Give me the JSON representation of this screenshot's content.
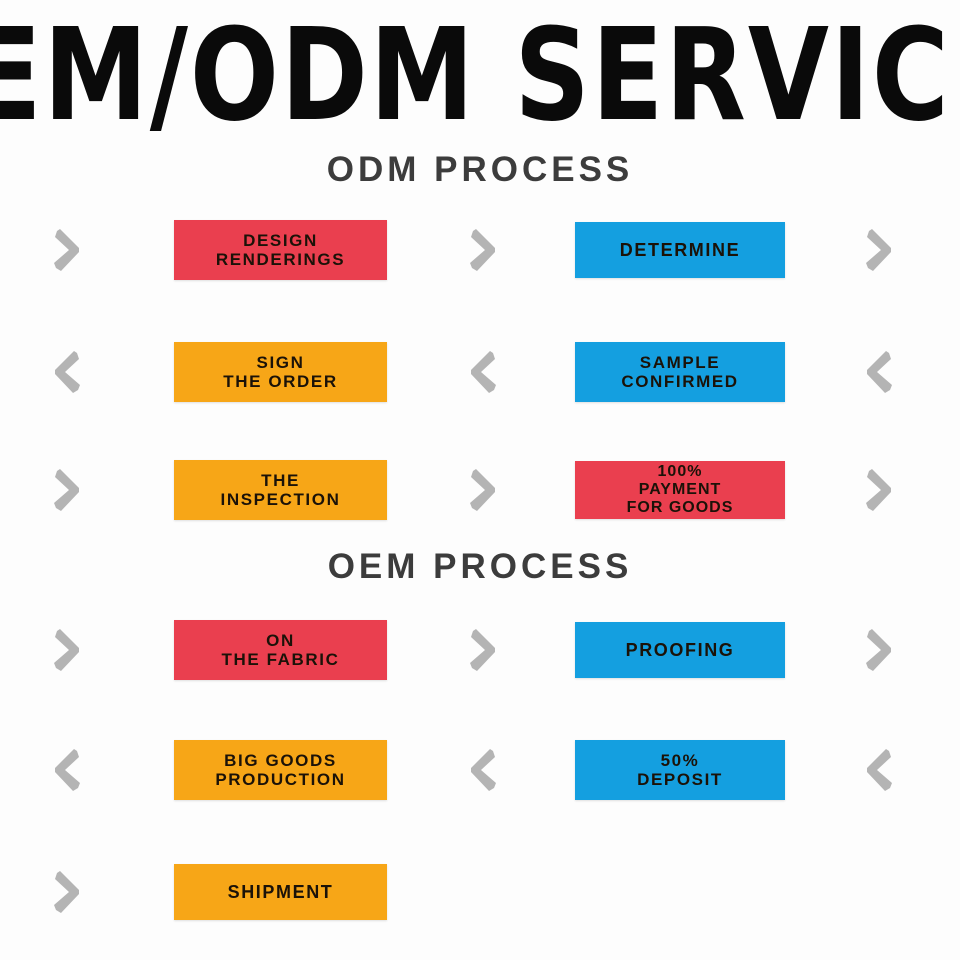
{
  "banner": {
    "title": "EM/ODM SERVIC",
    "full_title": "OEM/ODM SERVICE"
  },
  "headings": {
    "odm": "ODM PROCESS",
    "oem": "OEM PROCESS"
  },
  "colors": {
    "red": "#ea3f4f",
    "orange": "#f7a617",
    "blue": "#149fe0",
    "chevron": "#b4b4b4",
    "heading_text": "#3c3c3c",
    "box_text": "#1b1208",
    "background": "#fdfdfd"
  },
  "icons": {
    "chevron_right": "chevron-right-icon",
    "chevron_left": "chevron-left-icon"
  },
  "odm_process": {
    "rows": [
      {
        "direction": "right",
        "left_box": {
          "color": "red",
          "lines": [
            "DESIGN",
            "RENDERINGS"
          ]
        },
        "right_box": {
          "color": "blue",
          "lines": [
            "DETERMINE"
          ]
        }
      },
      {
        "direction": "left",
        "left_box": {
          "color": "orange",
          "lines": [
            "SIGN",
            "THE ORDER"
          ]
        },
        "right_box": {
          "color": "blue",
          "lines": [
            "SAMPLE",
            "CONFIRMED"
          ]
        }
      },
      {
        "direction": "right",
        "left_box": {
          "color": "orange",
          "lines": [
            "THE",
            "INSPECTION"
          ]
        },
        "right_box": {
          "color": "red",
          "lines": [
            "100%",
            "PAYMENT",
            "FOR GOODS"
          ]
        }
      }
    ]
  },
  "oem_process": {
    "rows": [
      {
        "direction": "right",
        "left_box": {
          "color": "red",
          "lines": [
            "ON",
            "THE FABRIC"
          ]
        },
        "right_box": {
          "color": "blue",
          "lines": [
            "PROOFING"
          ]
        }
      },
      {
        "direction": "left",
        "left_box": {
          "color": "orange",
          "lines": [
            "BIG GOODS",
            "PRODUCTION"
          ]
        },
        "right_box": {
          "color": "blue",
          "lines": [
            "50%",
            "DEPOSIT"
          ]
        }
      },
      {
        "direction": "right",
        "left_box": {
          "color": "orange",
          "lines": [
            "SHIPMENT"
          ]
        },
        "right_box": null
      }
    ]
  }
}
